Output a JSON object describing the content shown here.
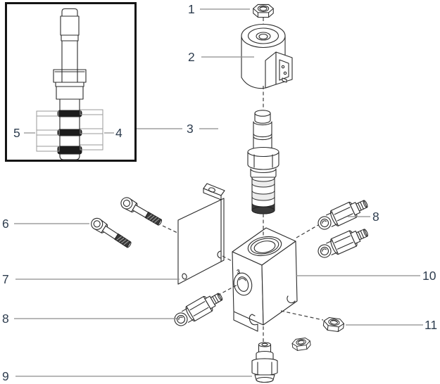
{
  "diagram": {
    "kind": "exploded-parts-diagram",
    "callouts": {
      "n1": "1",
      "n2": "2",
      "n3": "3",
      "n4": "4",
      "n5": "5",
      "n6": "6",
      "n7": "7",
      "n8a": "8",
      "n8b": "8",
      "n9": "9",
      "n10": "10",
      "n11": "11"
    },
    "block_marking": "3",
    "colors": {
      "background": "#ffffff",
      "line_art": "#2b2b2b",
      "leader_line": "#8c8c8c",
      "callout_text": "#2e3d4f",
      "inset_border": "#141414",
      "oring_fill": "#1c1c1c"
    }
  }
}
